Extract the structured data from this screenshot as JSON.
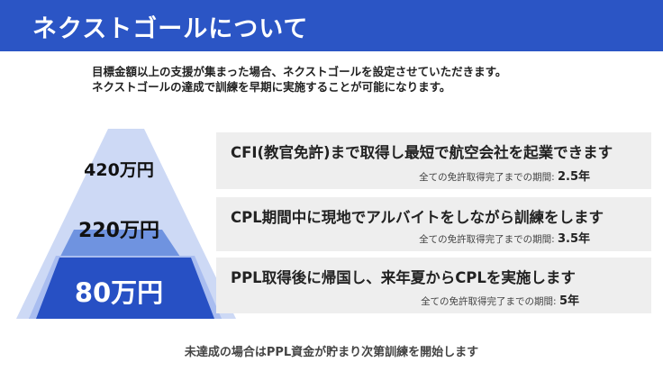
{
  "header": {
    "title": "ネクストゴールについて"
  },
  "intro": [
    "目標金額以上の支援が集まった場合、ネクストゴールを設定させていただきます。",
    "ネクストゴールの達成で訓練を早期に実施することが可能になります。"
  ],
  "pyramid": [
    {
      "label": "420万円"
    },
    {
      "label": "220万円"
    },
    {
      "label": "80万円"
    }
  ],
  "goals": [
    {
      "title": "CFI(教官免許)まで取得し最短で航空会社を起業できます",
      "period_label": "全ての免許取得完了までの期間:",
      "period": "2.5年"
    },
    {
      "title": "CPL期間中に現地でアルバイトをしながら訓練をします",
      "period_label": "全ての免許取得完了までの期間:",
      "period": "3.5年"
    },
    {
      "title": "PPL取得後に帰国し、来年夏からCPLを実施します",
      "period_label": "全ての免許取得完了までの期間:",
      "period": "5年"
    }
  ],
  "footer": "未達成の場合はPPL資金が貯まり次第訓練を開始します",
  "colors": {
    "header": "#2b55c5",
    "light": "#cdd9f5",
    "mid": "#6f93e0",
    "dark": "#2750c4"
  }
}
